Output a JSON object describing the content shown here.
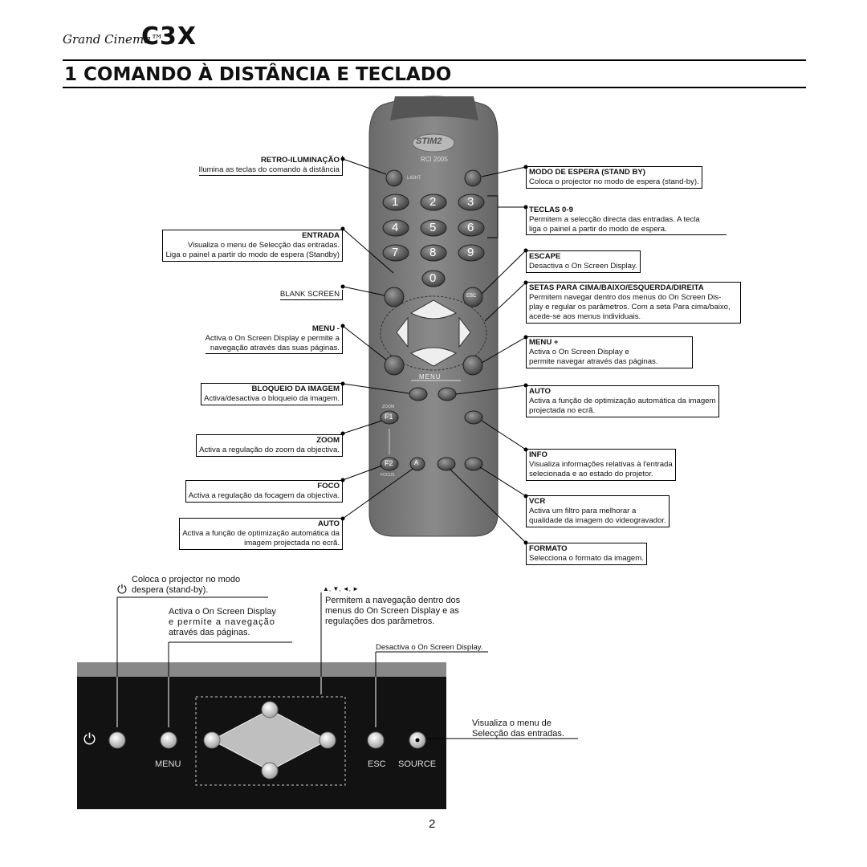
{
  "header": {
    "brand_script": "Grand Cinema™",
    "brand_logo": "C3X",
    "title": "1  COMANDO À DISTÂNCIA E TECLADO"
  },
  "remote": {
    "logo": "STIM2",
    "model": "RCI 2005",
    "light_label": "LIGHT",
    "number_keys": [
      "1",
      "2",
      "3",
      "4",
      "5",
      "6",
      "7",
      "8",
      "9",
      "0"
    ],
    "esc_label": "ESC",
    "menu_label": "MENU",
    "zoom_label": "ZOOM",
    "focus_label": "FOCUS",
    "f1_label": "F1",
    "f2_label": "F2",
    "a_label": "A"
  },
  "left_annotations": {
    "retro": {
      "head": "RETRO-ILUMINAÇÃO",
      "text": "Ilumina as teclas do comando à distância"
    },
    "entrada": {
      "head": "ENTRADA",
      "line1": "Visualiza o menu de Selecção das entradas.",
      "line2": "Liga o painel a partir do modo de espera (Standby)"
    },
    "blank": {
      "head": "BLANK SCREEN"
    },
    "menu_minus": {
      "head": "MENU -",
      "line1": "Activa o On Screen Display e permite a",
      "line2": "navegação através das suas páginas."
    },
    "bloqueio": {
      "head": "BLOQUEIO DA IMAGEM",
      "text": "Activa/desactiva o bloqueio da imagem."
    },
    "zoom": {
      "head": "ZOOM",
      "text": "Activa a regulação do zoom da objectiva."
    },
    "foco": {
      "head": "FOCO",
      "text": "Activa a regulação da focagem da objectiva."
    },
    "auto": {
      "head": "AUTO",
      "line1": "Activa a função de optimização automática da",
      "line2": "imagem projectada no ecrã."
    }
  },
  "right_annotations": {
    "standby": {
      "head": "MODO DE ESPERA (STAND BY)",
      "text": "Coloca o projector no modo de espera (stand-by)."
    },
    "teclas": {
      "head": "TECLAS 0-9",
      "line1": "Permitem a selecção directa das entradas. A tecla",
      "line2": "liga o painel a partir do modo de espera."
    },
    "escape": {
      "head": "ESCAPE",
      "text": "Desactiva o On Screen Display."
    },
    "setas": {
      "head": "SETAS PARA CIMA/BAIXO/ESQUERDA/DIREITA",
      "line1": "Permitem navegar dentro dos menus do On Screen Dis-",
      "line2": "play e regular os parâmetros. Com a seta Para cima/baixo,",
      "line3": "acede-se aos menus individuais."
    },
    "menu_plus": {
      "head": "MENU +",
      "line1": "Activa o On Screen Display e",
      "line2": "permite navegar através das páginas."
    },
    "auto": {
      "head": "AUTO",
      "line1": "Activa a função de optimização automática da imagem",
      "line2": "projectada no ecrã."
    },
    "info": {
      "head": "INFO",
      "line1": "Visualiza informações relativas à l'entrada",
      "line2": "selecionada e ao estado do projetor."
    },
    "vcr": {
      "head": "VCR",
      "line1": "Activa um filtro para melhorar a",
      "line2": "qualidade da imagem do videogravador."
    },
    "formato": {
      "head": "FORMATO",
      "text": "Selecciona o formato da imagem."
    }
  },
  "keypad": {
    "standby_line1": "Coloca o projector no modo",
    "standby_line2": "despera (stand-by).",
    "menu_line1": "Activa o On Screen Display",
    "menu_line2": "e permite a navegação",
    "menu_line3": "através das páginas.",
    "arrows_symbols": "▲, ▼, ◄, ►",
    "arrows_line1": "Permitem a navegação dentro dos",
    "arrows_line2": "menus do On Screen Display e as",
    "arrows_line3": "regulações dos parâmetros.",
    "esc_text": "Desactiva o On Screen Display.",
    "source_line1": "Visualiza o menu de",
    "source_line2": "Selecção das entradas.",
    "label_menu": "MENU",
    "label_esc": "ESC",
    "label_source": "SOURCE"
  },
  "page_number": "2"
}
